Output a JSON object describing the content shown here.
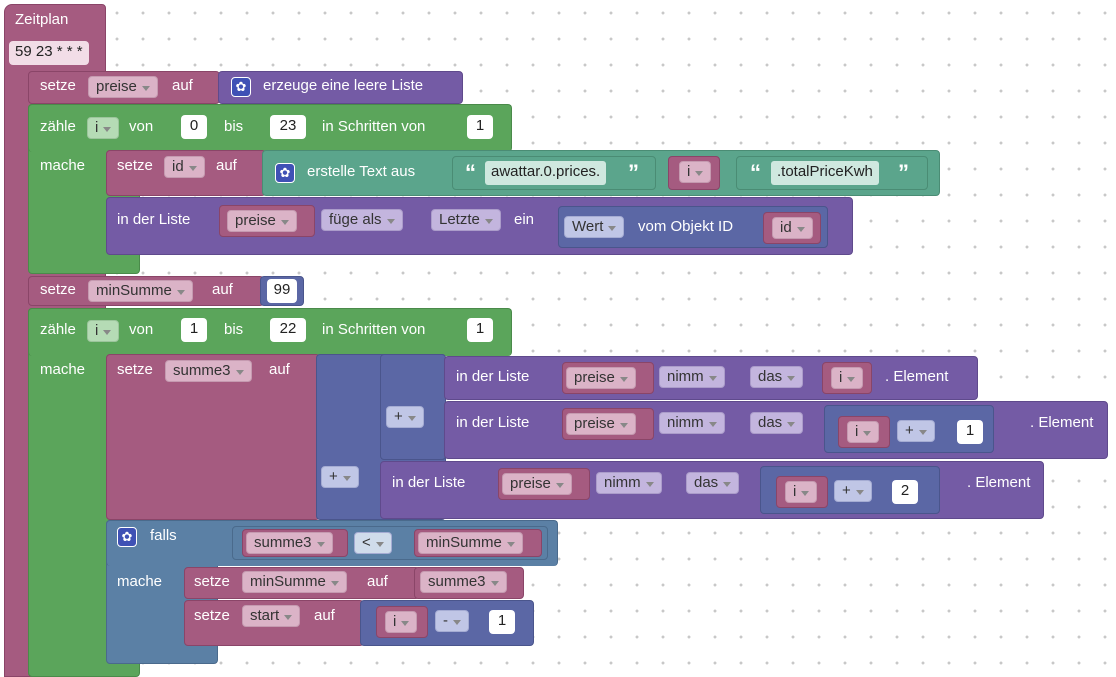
{
  "hat": {
    "title": "Zeitplan",
    "cron": "59 23 * * *"
  },
  "b1": {
    "setze": "setze",
    "var": "preise",
    "auf": "auf",
    "create": "erzeuge eine leere Liste"
  },
  "loop1": {
    "label": "zähle",
    "var": "i",
    "von": "von",
    "from": "0",
    "bis": "bis",
    "to": "23",
    "step_label": "in Schritten von",
    "step": "1",
    "mache": "mache"
  },
  "b2": {
    "setze": "setze",
    "var": "id",
    "auf": "auf",
    "text_join": "erstelle Text aus",
    "str1": "awattar.0.prices.",
    "var_i": "i",
    "str2": ".totalPriceKwh"
  },
  "b3": {
    "prefix": "in der Liste",
    "list": "preise",
    "mode": "füge als",
    "where": "Letzte",
    "ein": "ein",
    "prop": "Wert",
    "vom": "vom Objekt ID",
    "id": "id"
  },
  "b4": {
    "setze": "setze",
    "var": "minSumme",
    "auf": "auf",
    "value": "99"
  },
  "loop2": {
    "label": "zähle",
    "var": "i",
    "von": "von",
    "from": "1",
    "bis": "bis",
    "to": "22",
    "step_label": "in Schritten von",
    "step": "1",
    "mache": "mache"
  },
  "b5": {
    "setze": "setze",
    "var": "summe3",
    "auf": "auf",
    "plus": "+"
  },
  "get1": {
    "prefix": "in der Liste",
    "list": "preise",
    "op": "nimm",
    "das": "das",
    "idx": "i",
    "element": "Element"
  },
  "get2": {
    "prefix": "in der Liste",
    "list": "preise",
    "op": "nimm",
    "das": "das",
    "idx": "i",
    "plus": "+",
    "n": "1",
    "element": "Element"
  },
  "get3": {
    "prefix": "in der Liste",
    "list": "preise",
    "op": "nimm",
    "das": "das",
    "idx": "i",
    "plus": "+",
    "n": "2",
    "element": "Element"
  },
  "if": {
    "falls": "falls",
    "left": "summe3",
    "op": "<",
    "right": "minSumme",
    "mache": "mache"
  },
  "b6": {
    "setze": "setze",
    "var": "minSumme",
    "auf": "auf",
    "value": "summe3"
  },
  "b7": {
    "setze": "setze",
    "var": "start",
    "auf": "auf",
    "idx": "i",
    "op": "-",
    "n": "1"
  }
}
